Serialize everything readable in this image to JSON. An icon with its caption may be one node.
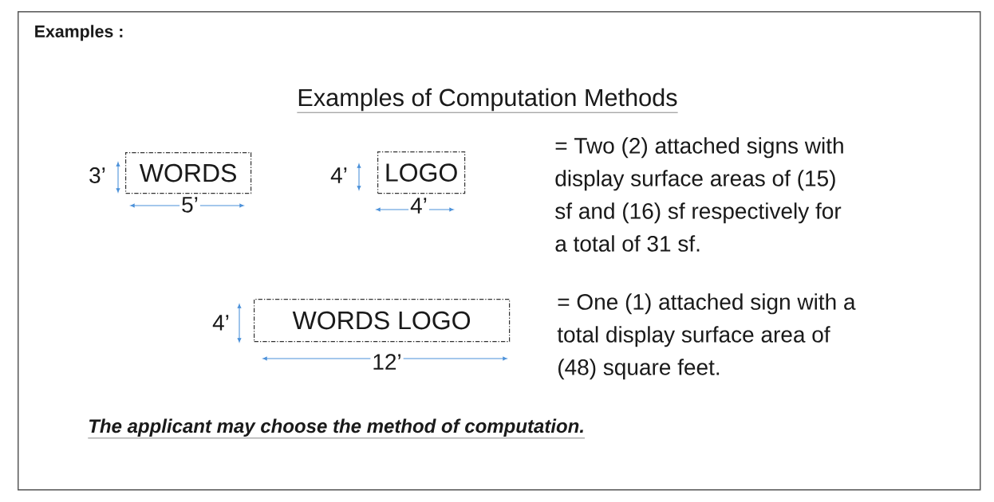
{
  "diagram": {
    "title": "Examples of Computation Methods",
    "nodes": [
      {
        "text": [
          "Examples :"
        ]
      },
      {
        "text": [
          "WORDS"
        ],
        "in": 0
      },
      {
        "text": [
          "LOGO"
        ],
        "in": 0
      },
      {
        "text": [
          "WORDS LOGO"
        ],
        "in": 0
      }
    ],
    "labels": [
      "3’",
      "5’",
      "4’",
      "4’",
      "= Two (2) attached signs with display surface areas of (15) sf and (16) sf respectively for a total of 31 sf.",
      "4’",
      "12’",
      "= One (1) attached sign with a total display surface area of (48) square feet.",
      "The applicant may choose the method of computation."
    ]
  }
}
